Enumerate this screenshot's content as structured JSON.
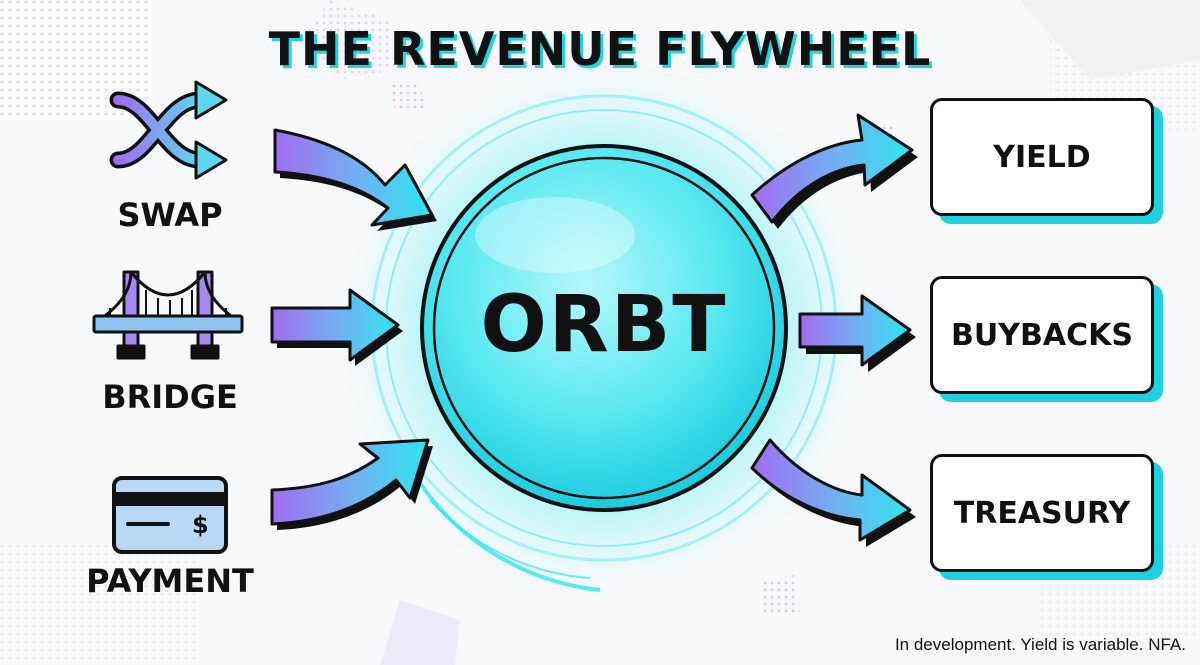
{
  "title": "THE REVENUE FLYWHEEL",
  "hub": {
    "label": "ORBT"
  },
  "sources": [
    {
      "label": "SWAP",
      "icon": "shuffle-icon"
    },
    {
      "label": "BRIDGE",
      "icon": "bridge-icon"
    },
    {
      "label": "PAYMENT",
      "icon": "credit-card-icon"
    }
  ],
  "outputs": [
    {
      "label": "YIELD"
    },
    {
      "label": "BUYBACKS"
    },
    {
      "label": "TREASURY"
    }
  ],
  "card_symbol": "$",
  "footnote": "In development. Yield is variable. NFA.",
  "colors": {
    "cyan": "#2de6f0",
    "purple": "#a06df0",
    "outline": "#111111",
    "shadow": "#20cfe0"
  }
}
